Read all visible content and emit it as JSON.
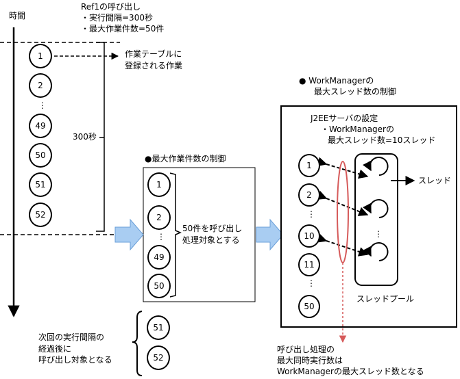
{
  "axis": {
    "label": "時間"
  },
  "top_note": {
    "title": "Ref1の呼び出し",
    "lines": [
      "・実行間隔=300秒",
      "・最大作業件数=50件"
    ]
  },
  "timeline": {
    "items": [
      "1",
      "2",
      "49",
      "50",
      "51",
      "52"
    ],
    "interval_label": "300秒",
    "work_table_note": [
      "作業テーブルに",
      "登録される作業"
    ]
  },
  "max_work": {
    "heading": "●最大作業件数の制御",
    "items": [
      "1",
      "2",
      "49",
      "50"
    ],
    "note": [
      "50件を呼び出し",
      "処理対象とする"
    ]
  },
  "next_batch": {
    "note": [
      "次回の実行間隔の",
      "経過後に",
      "呼び出し対象となる"
    ],
    "items": [
      "51",
      "52"
    ]
  },
  "workmanager": {
    "heading": [
      "●  WorkManagerの",
      "最大スレッド数の制御"
    ],
    "server_settings": [
      "J2EEサーバの設定",
      "・WorkManagerの",
      "最大スレッド数=10スレッド"
    ],
    "items": [
      "1",
      "2",
      "10",
      "11",
      "50"
    ],
    "thread_label": "スレッド",
    "pool_label": "スレッドプール"
  },
  "bottom_note": [
    "呼び出し処理の",
    "最大同時実行数は",
    "WorkManagerの最大スレッド数となる"
  ],
  "vertical_ellipsis": "⋮",
  "colors": {
    "arrow_fill": "#a9cdf2",
    "arrow_stroke": "#6a9fd8",
    "ellipse": "#d65a5a"
  }
}
